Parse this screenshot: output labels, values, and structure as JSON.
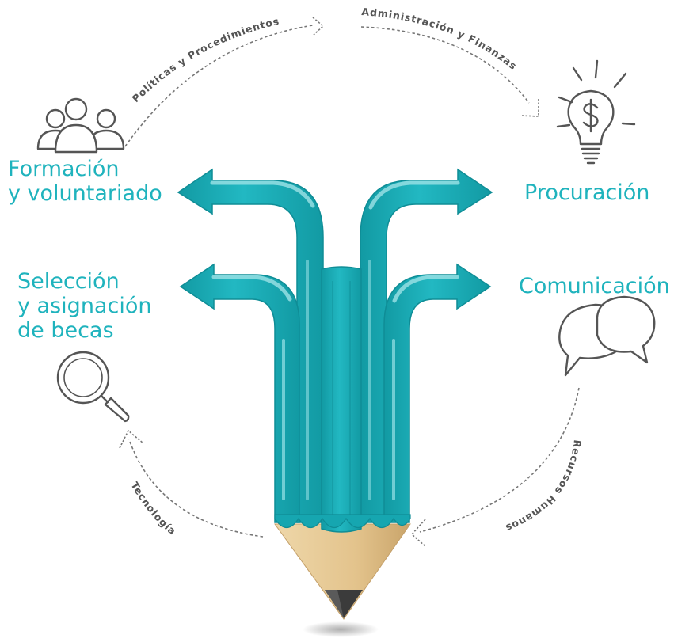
{
  "areas": {
    "formacion": {
      "line1": "Formación",
      "line2": "y voluntariado"
    },
    "procuracion": {
      "line1": "Procuración"
    },
    "seleccion": {
      "line1": "Selección",
      "line2": "y asignación",
      "line3": "de becas"
    },
    "comunicacion": {
      "line1": "Comunicación"
    }
  },
  "cycle": {
    "politicas": "Políticas y Procedimientos",
    "administracion": "Administración y Finanzas",
    "recursos": "Recursos Humanos",
    "tecnologia": "Tecnología"
  },
  "icons": [
    "people-group-icon",
    "lightbulb-dollar-icon",
    "chat-bubbles-icon",
    "magnifier-icon",
    "pencil-arrows-illustration"
  ],
  "colors": {
    "teal": "#1fb3bd",
    "teal_dark": "#0f8d96",
    "teal_light": "#7fd6dc",
    "wood": "#e6c48e",
    "graphite": "#3b3b3b",
    "line_gray": "#777777"
  }
}
